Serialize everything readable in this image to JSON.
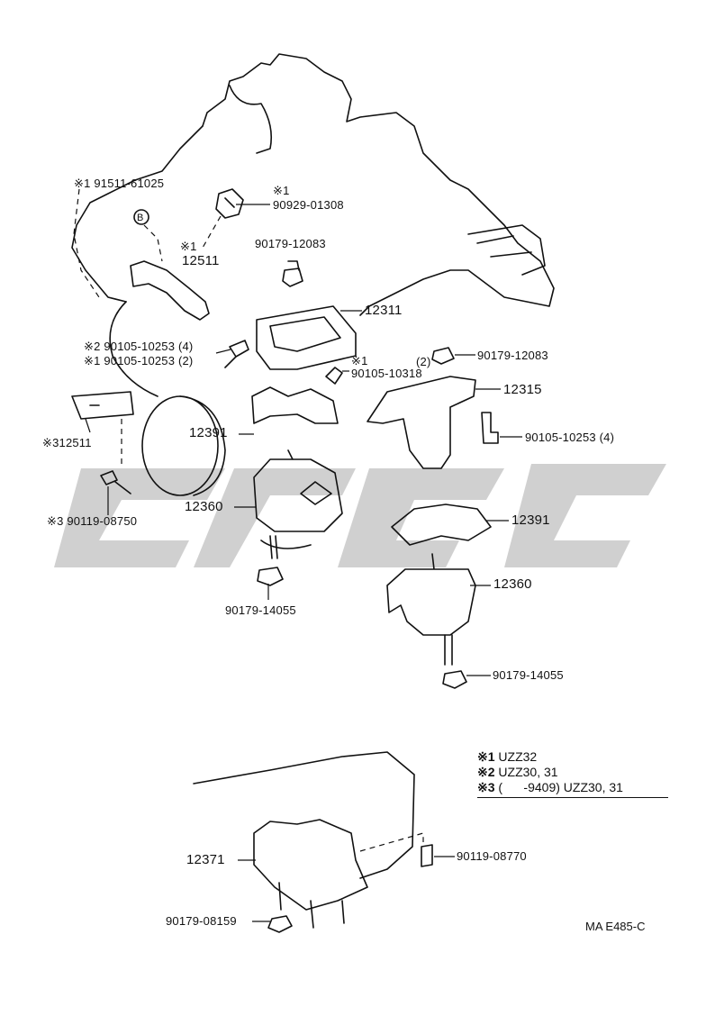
{
  "watermark": {
    "color": "#c8c8c8",
    "style": "large stylised gray letterforms"
  },
  "callouts": {
    "c_91511": "※1 91511-61025",
    "c_bolt_b": "B",
    "c_90929_star": "※1",
    "c_90929": "90929-01308",
    "c_12511_top_star": "※1",
    "c_12511_top": "12511",
    "c_90179_12083_a": "90179-12083",
    "c_12311": "12311",
    "c_90105_2": "※2 90105-10253 (4)",
    "c_90105_1": "※1 90105-10253 (2)",
    "c_90105_10318_star": "※1",
    "c_90105_10318": "90105-10318",
    "c_qty2": "(2)",
    "c_90179_12083_b": "90179-12083",
    "c_12315": "12315",
    "c_12391_left": "12391",
    "c_90105_10253_4": "90105-10253 (4)",
    "c_12511_left": "※312511",
    "c_12360_left": "12360",
    "c_90119_08750": "※3 90119-08750",
    "c_12391_right": "12391",
    "c_90179_14055_left": "90179-14055",
    "c_12360_right": "12360",
    "c_90179_14055_right": "90179-14055",
    "c_12371": "12371",
    "c_90119_08770": "90119-08770",
    "c_90179_08159": "90179-08159"
  },
  "legend": {
    "row1_mark": "※1",
    "row1_text": "UZZ32",
    "row2_mark": "※2",
    "row2_text": "UZZ30, 31",
    "row3_mark": "※3",
    "row3_text": "(      -9409) UZZ30, 31"
  },
  "diagram_code": "MA E485-C"
}
